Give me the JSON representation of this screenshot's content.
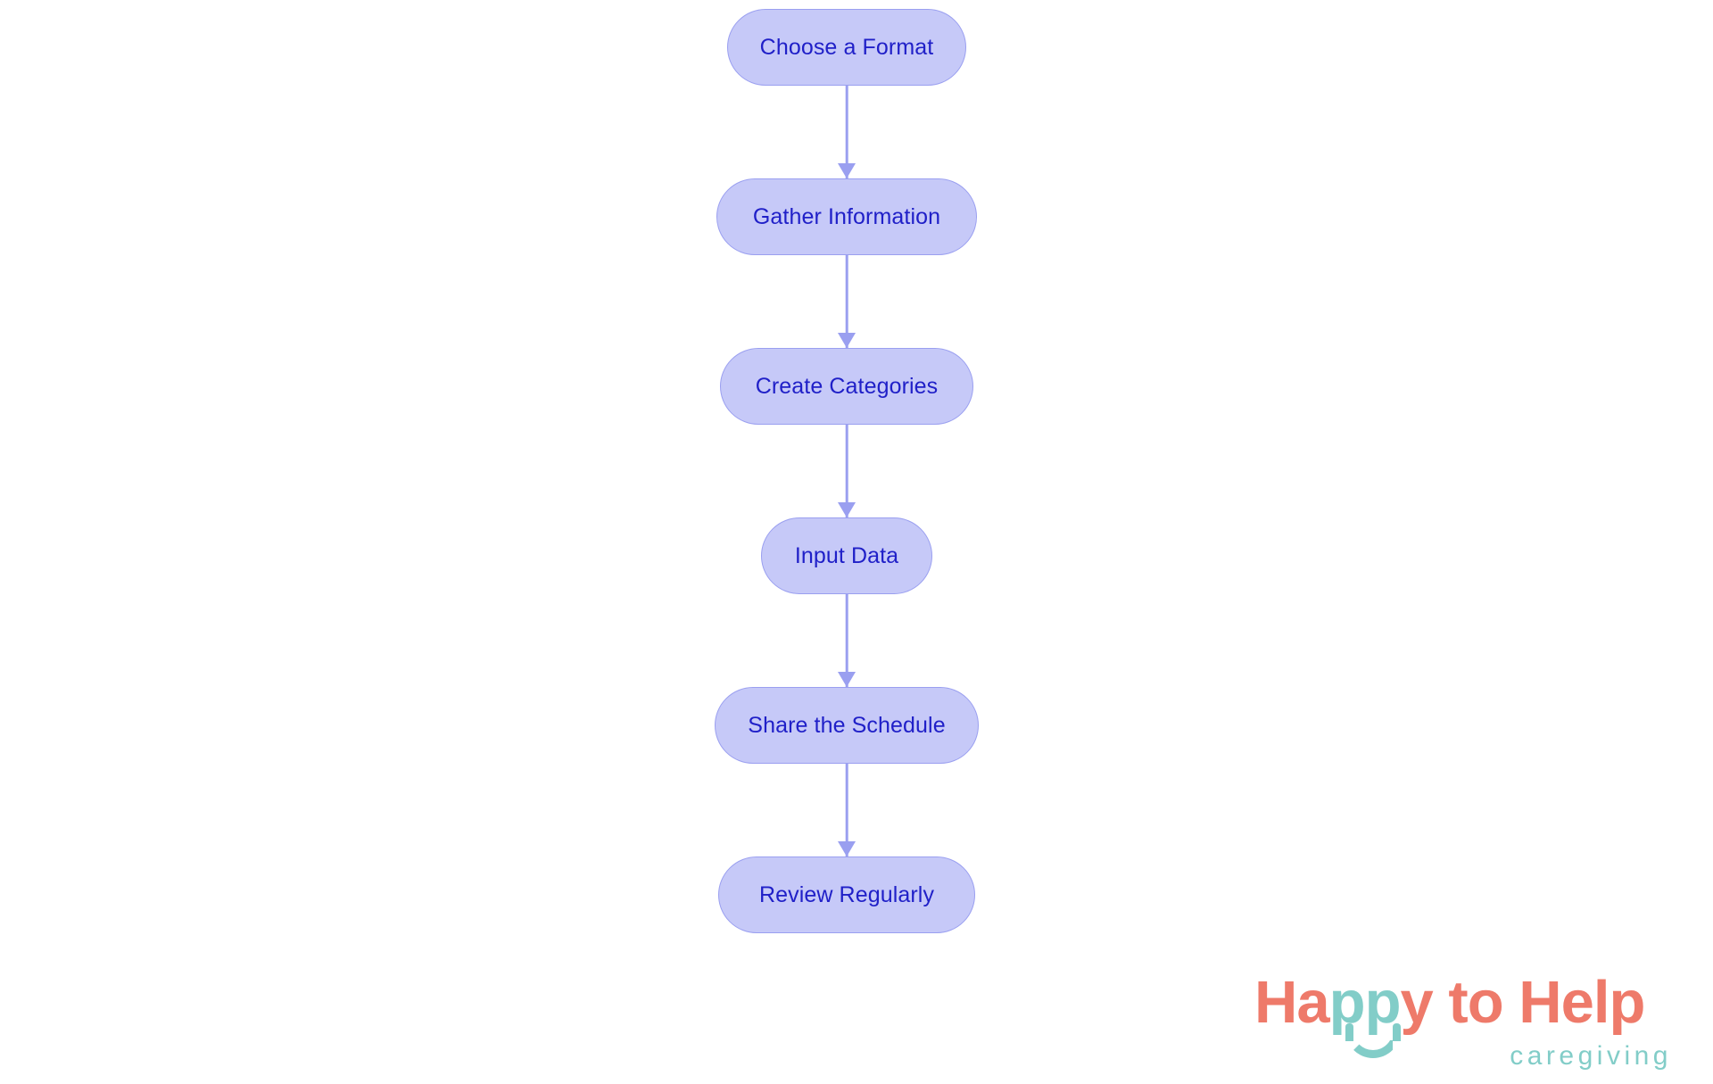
{
  "chart_data": {
    "type": "diagram",
    "diagram_kind": "flowchart",
    "orientation": "top-to-bottom",
    "title": "",
    "nodes": [
      {
        "id": "n0",
        "label": "Choose a Format",
        "shape": "stadium"
      },
      {
        "id": "n1",
        "label": "Gather Information",
        "shape": "stadium"
      },
      {
        "id": "n2",
        "label": "Create Categories",
        "shape": "stadium"
      },
      {
        "id": "n3",
        "label": "Input Data",
        "shape": "stadium"
      },
      {
        "id": "n4",
        "label": "Share the Schedule",
        "shape": "stadium"
      },
      {
        "id": "n5",
        "label": "Review Regularly",
        "shape": "stadium"
      }
    ],
    "edges": [
      {
        "from": "n0",
        "to": "n1",
        "label": "",
        "arrow": "down"
      },
      {
        "from": "n1",
        "to": "n2",
        "label": "",
        "arrow": "down"
      },
      {
        "from": "n2",
        "to": "n3",
        "label": "",
        "arrow": "down"
      },
      {
        "from": "n3",
        "to": "n4",
        "label": "",
        "arrow": "down"
      },
      {
        "from": "n4",
        "to": "n5",
        "label": "",
        "arrow": "down"
      }
    ],
    "colors": {
      "background": "#ffffff",
      "node_fill": "#c6c9f8",
      "node_border": "#9a9ff0",
      "node_text": "#2020c8",
      "edge": "#9a9ff0"
    }
  },
  "brand": {
    "wordmark_part_1": "Ha",
    "wordmark_part_2": "pp",
    "wordmark_part_3": "y to Help",
    "tagline": "caregiving",
    "color_coral": "#ee7a6a",
    "color_teal": "#82cdc8"
  }
}
